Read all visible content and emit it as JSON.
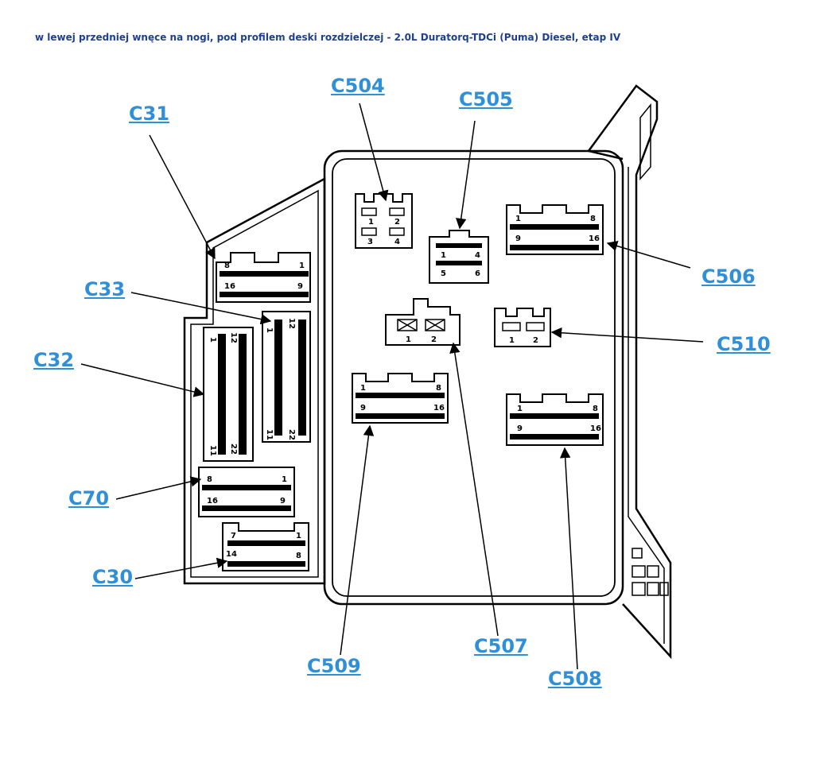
{
  "caption": "w lewej przedniej wnęce na nogi, pod profilem deski rozdzielczej - 2.0L Duratorq-TDCi (Puma) Diesel, etap IV",
  "colors": {
    "label": "#2f8fd8",
    "caption": "#1f3f8f",
    "line": "#000000"
  },
  "connectors": [
    {
      "id": "C31",
      "pins": [
        "8",
        "1",
        "16",
        "9"
      ]
    },
    {
      "id": "C33",
      "pins": [
        "1",
        "12",
        "11",
        "22"
      ]
    },
    {
      "id": "C32",
      "pins": [
        "1",
        "12",
        "11",
        "22"
      ]
    },
    {
      "id": "C70",
      "pins": [
        "8",
        "1",
        "16",
        "9"
      ]
    },
    {
      "id": "C30",
      "pins": [
        "7",
        "1",
        "14",
        "8"
      ]
    },
    {
      "id": "C504",
      "pins": [
        "1",
        "2",
        "3",
        "4"
      ]
    },
    {
      "id": "C505",
      "pins": [
        "1",
        "4",
        "5",
        "6"
      ]
    },
    {
      "id": "C506",
      "pins": [
        "1",
        "8",
        "9",
        "16"
      ]
    },
    {
      "id": "C507",
      "pins": [
        "1",
        "2"
      ]
    },
    {
      "id": "C510",
      "pins": [
        "1",
        "2"
      ]
    },
    {
      "id": "C509",
      "pins": [
        "1",
        "8",
        "9",
        "16"
      ]
    },
    {
      "id": "C508",
      "pins": [
        "1",
        "8",
        "9",
        "16"
      ]
    }
  ]
}
